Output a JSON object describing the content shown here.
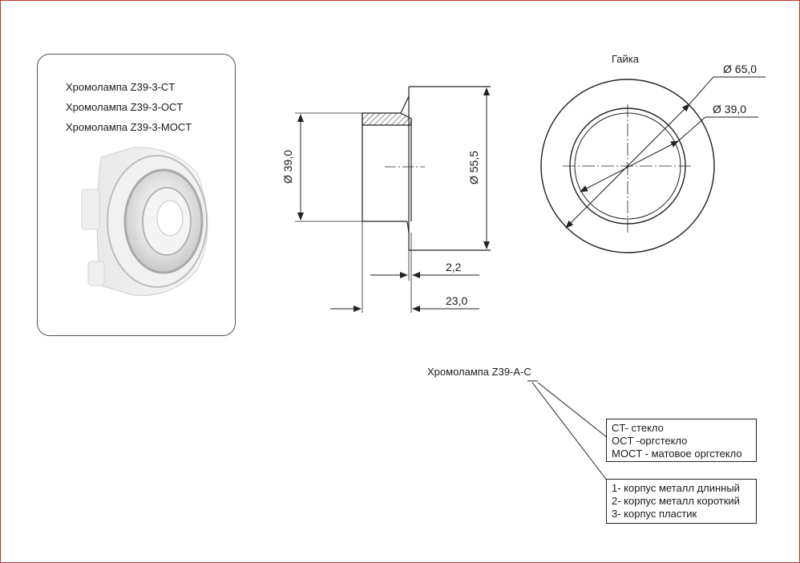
{
  "models": [
    "Хромолампа Z39-3-CT",
    "Хромолампа Z39-3-OCT",
    "Хромолампа Z39-3-MOCT"
  ],
  "dimensions": {
    "diameter_39": "Ø 39,0",
    "diameter_55": "Ø 55,5",
    "len_2_2": "2,2",
    "len_23": "23,0",
    "nut_65": "Ø 65,0",
    "nut_39": "Ø 39,0"
  },
  "nut_label": "Гайка",
  "code_label": "Хромолампа Z39-A-C",
  "material_options": [
    "CT- стекло",
    "OCT -оргстекло",
    "MOCT - матовое оргстекло"
  ],
  "housing_options": [
    "1- корпус металл длинный",
    "2- корпус металл короткий",
    "3- корпус пластик"
  ],
  "colors": {
    "frame": "#c0392b",
    "line": "#222222"
  }
}
